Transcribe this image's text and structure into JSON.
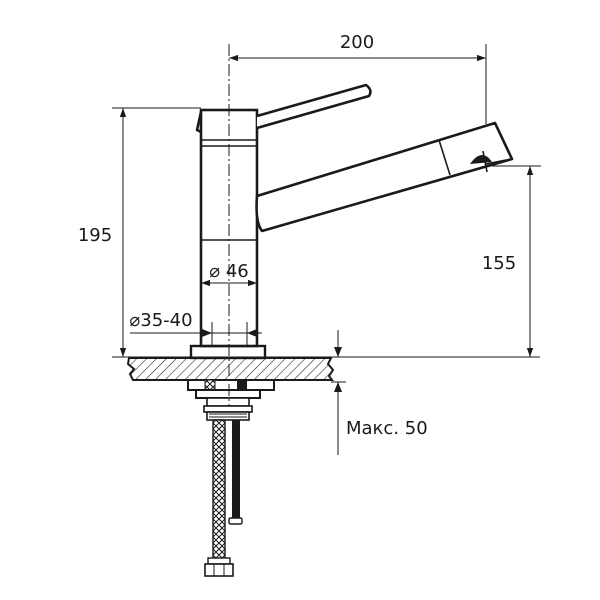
{
  "dimensions": {
    "width_label": "200",
    "height_label": "195",
    "spout_height_label": "155",
    "body_diameter_label": "⌀ 46",
    "hole_diameter_label": "⌀35-40",
    "max_counter_label": "Макс. 50"
  },
  "colors": {
    "line": "#1a1a1a",
    "background": "#ffffff"
  }
}
